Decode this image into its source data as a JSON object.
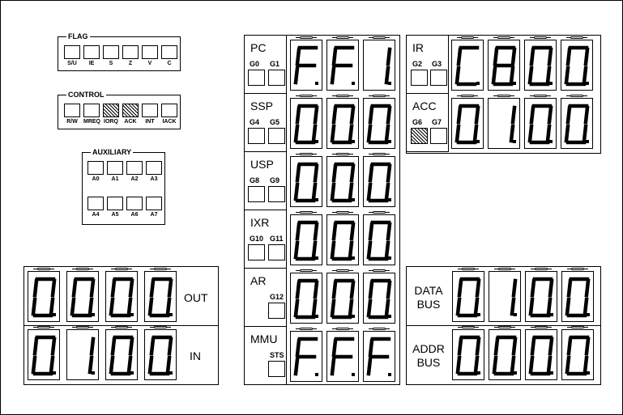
{
  "flag": {
    "title": "FLAG",
    "bits": [
      {
        "label": "S/U",
        "on": false
      },
      {
        "label": "IE",
        "on": false
      },
      {
        "label": "S",
        "on": false
      },
      {
        "label": "Z",
        "on": false
      },
      {
        "label": "V",
        "on": false
      },
      {
        "label": "C",
        "on": false
      }
    ]
  },
  "control": {
    "title": "CONTROL",
    "bits": [
      {
        "label": "R/W",
        "on": false
      },
      {
        "label": "MREQ",
        "on": false
      },
      {
        "label": "IORQ",
        "on": true
      },
      {
        "label": "ACK",
        "on": true
      },
      {
        "label": "INT",
        "on": false
      },
      {
        "label": "IACK",
        "on": false
      }
    ]
  },
  "auxiliary": {
    "title": "AUXILIARY",
    "bits": [
      {
        "label": "A0",
        "on": false
      },
      {
        "label": "A1",
        "on": false
      },
      {
        "label": "A2",
        "on": false
      },
      {
        "label": "A3",
        "on": false
      },
      {
        "label": "A4",
        "on": false
      },
      {
        "label": "A5",
        "on": false
      },
      {
        "label": "A6",
        "on": false
      },
      {
        "label": "A7",
        "on": false
      }
    ]
  },
  "registers": {
    "pc": {
      "label": "PC",
      "g": [
        {
          "label": "G0",
          "on": false
        },
        {
          "label": "G1",
          "on": false
        }
      ],
      "digits": [
        "F.",
        "F.",
        "1."
      ]
    },
    "ssp": {
      "label": "SSP",
      "g": [
        {
          "label": "G4",
          "on": false
        },
        {
          "label": "G5",
          "on": false
        }
      ],
      "digits": [
        "0.",
        "0.",
        "0."
      ]
    },
    "usp": {
      "label": "USP",
      "g": [
        {
          "label": "G8",
          "on": false
        },
        {
          "label": "G9",
          "on": false
        }
      ],
      "digits": [
        "0.",
        "0.",
        "0."
      ]
    },
    "ixr": {
      "label": "IXR",
      "g": [
        {
          "label": "G10",
          "on": false
        },
        {
          "label": "G11",
          "on": false
        }
      ],
      "digits": [
        "0.",
        "0.",
        "0."
      ]
    },
    "ar": {
      "label": "AR",
      "g": [
        {
          "label": "G12",
          "on": false
        }
      ],
      "digits": [
        "0.",
        "0.",
        "0."
      ]
    },
    "mmu": {
      "label": "MMU",
      "g": [
        {
          "label": "STS",
          "on": false
        }
      ],
      "digits": [
        "F.",
        "F.",
        "F."
      ]
    },
    "ir": {
      "label": "IR",
      "g": [
        {
          "label": "G2",
          "on": false
        },
        {
          "label": "G3",
          "on": false
        }
      ],
      "digits": [
        "C.",
        "8.",
        "0.",
        "0."
      ]
    },
    "acc": {
      "label": "ACC",
      "g": [
        {
          "label": "G6",
          "on": true
        },
        {
          "label": "G7",
          "on": false
        }
      ],
      "digits": [
        "0.",
        "1.",
        "0.",
        "0."
      ]
    }
  },
  "io": {
    "out": {
      "label": "OUT",
      "digits": [
        "0.",
        "0.",
        "0.",
        "0."
      ]
    },
    "in": {
      "label": "IN",
      "digits": [
        "0.",
        "1.",
        "0.",
        "0."
      ]
    }
  },
  "bus": {
    "data": {
      "label_1": "DATA",
      "label_2": "BUS",
      "digits": [
        "0.",
        "1.",
        "0.",
        "0."
      ]
    },
    "addr": {
      "label_1": "ADDR",
      "label_2": "BUS",
      "digits": [
        "0.",
        "0.",
        "0.",
        "0."
      ]
    }
  }
}
